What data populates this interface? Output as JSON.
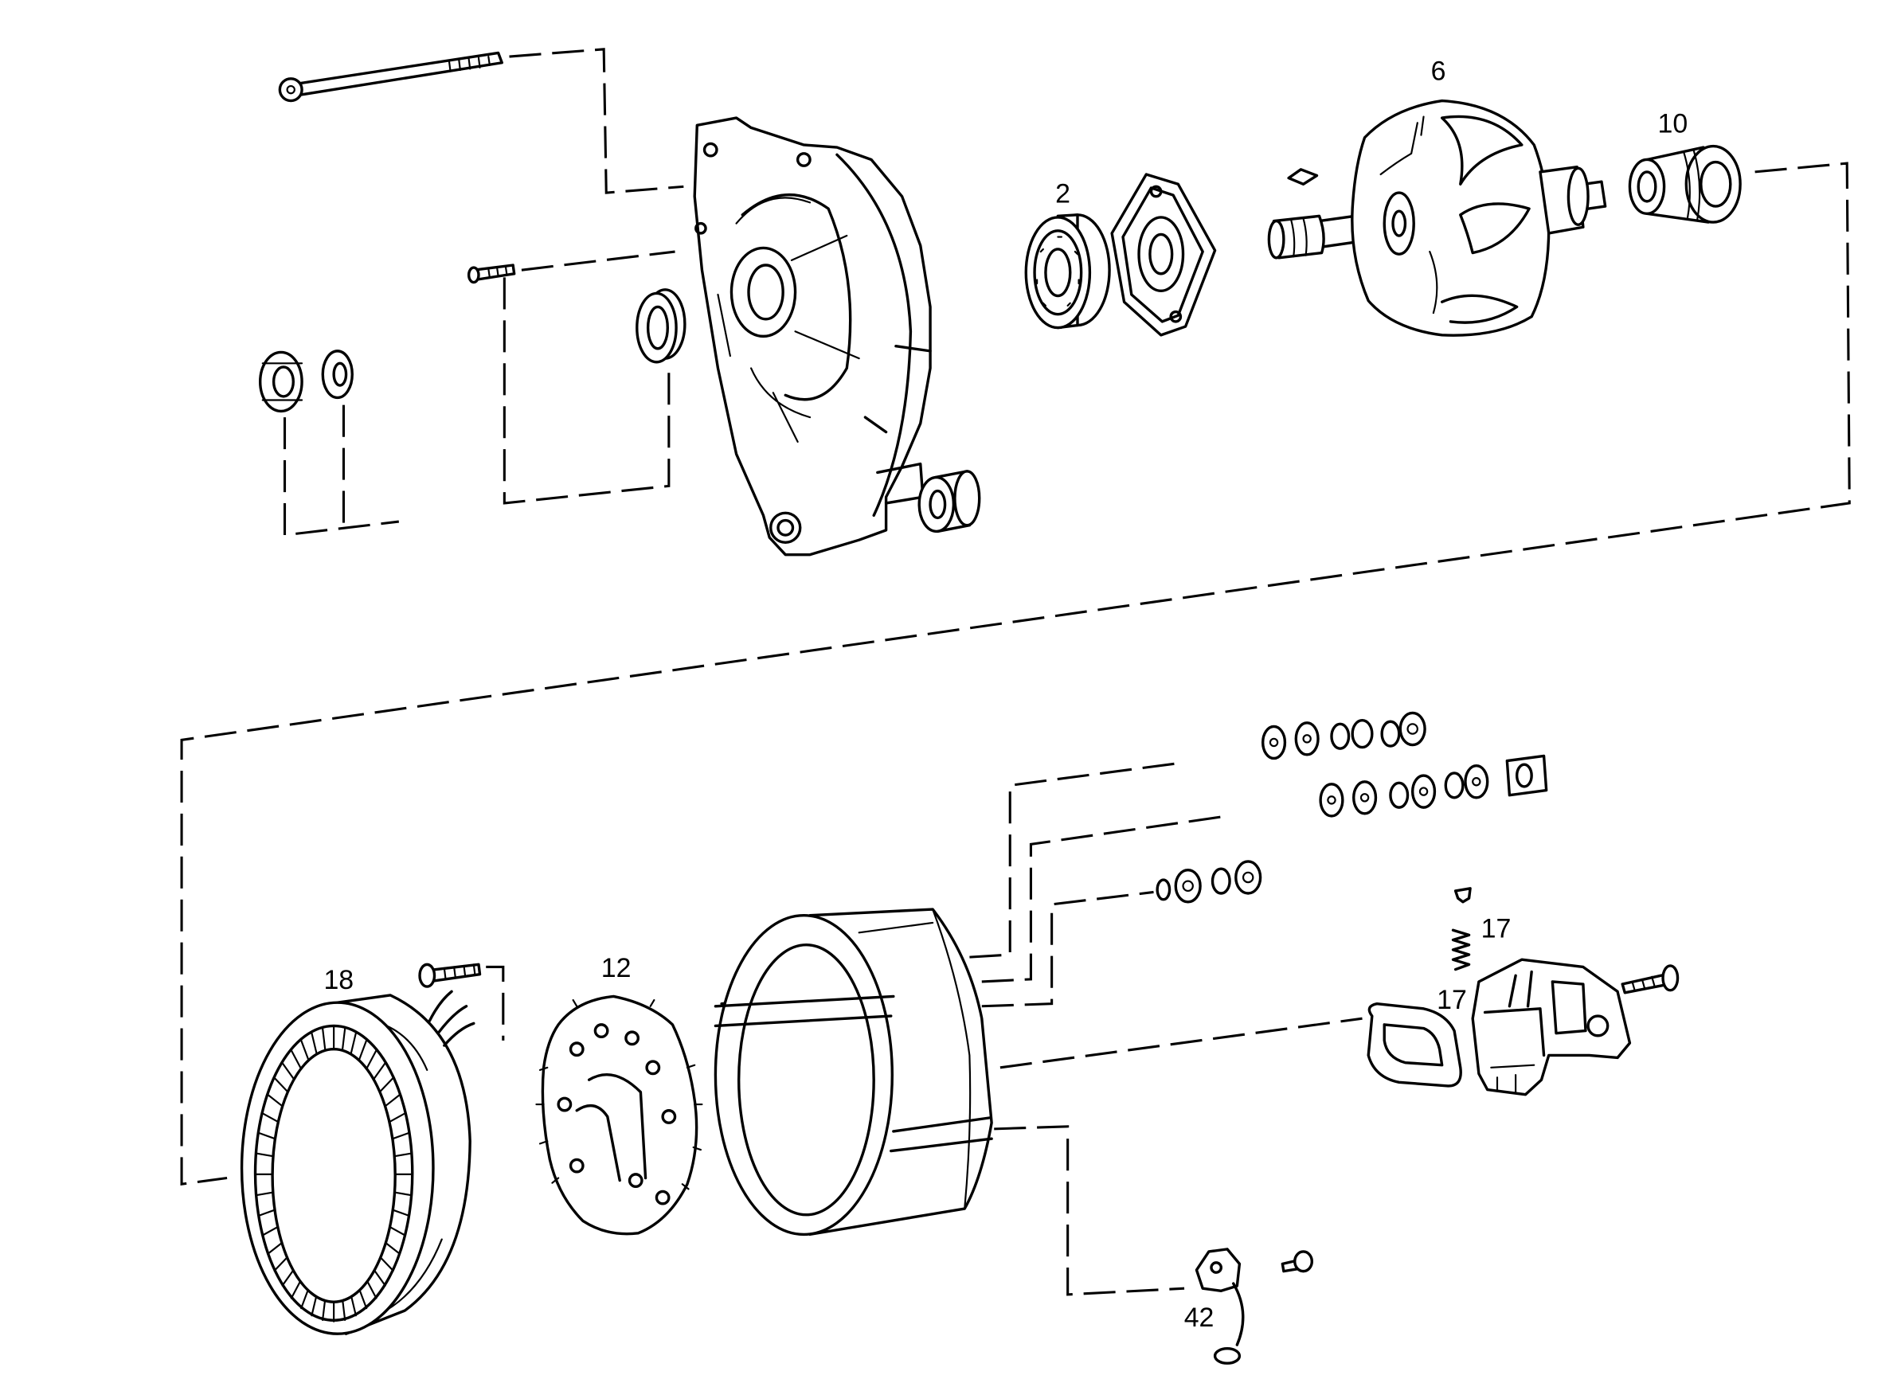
{
  "diagram": {
    "background": "#ffffff",
    "line_color": "#000000"
  },
  "labels": {
    "part_6": "6",
    "part_10": "10",
    "part_2": "2",
    "part_17_spring": "17",
    "part_17_holder": "17",
    "part_18": "18",
    "part_12": "12",
    "part_42": "42"
  }
}
